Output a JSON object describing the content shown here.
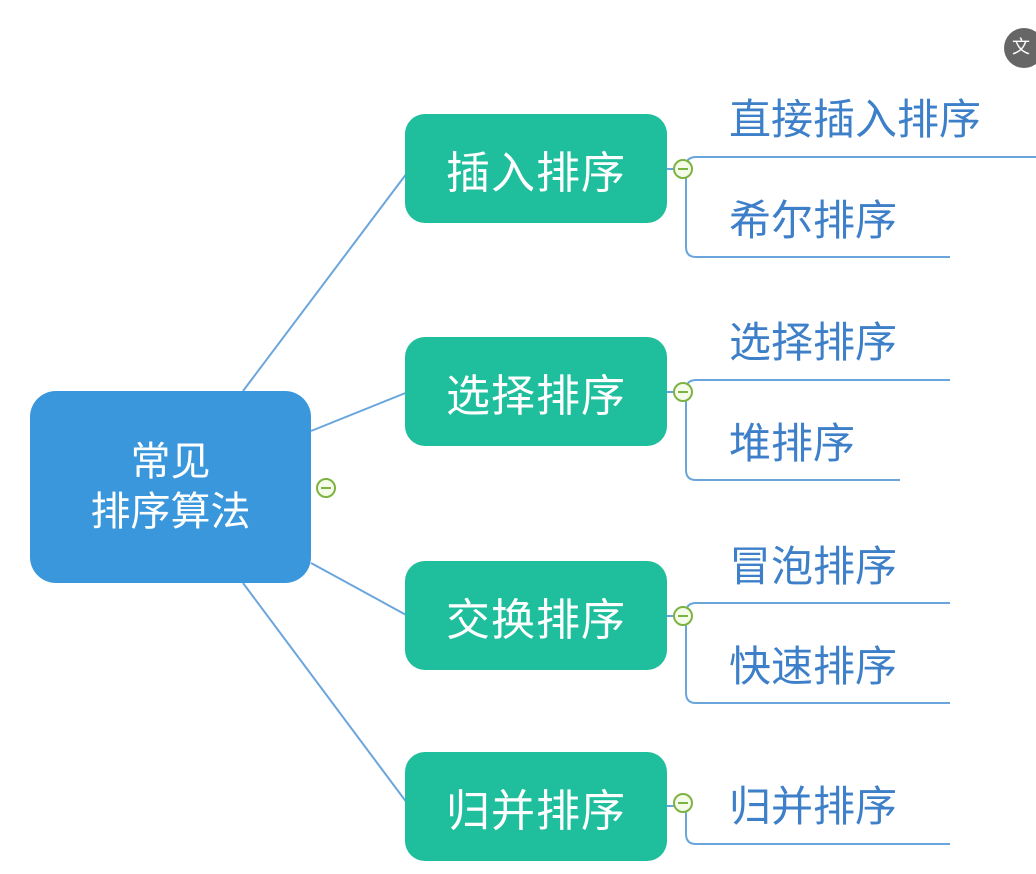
{
  "colors": {
    "root_fill": "#3a97db",
    "branch_fill": "#1fbe9c",
    "connector": "#6aa6dc",
    "leaf_text": "#3d7fc8",
    "toggle_green": "#7cb342"
  },
  "corner_icon": {
    "name": "translate-icon",
    "glyph": "文"
  },
  "root": {
    "line1": "常见",
    "line2": "排序算法"
  },
  "branches": [
    {
      "label": "插入排序",
      "leaves": [
        "直接插入排序",
        "希尔排序"
      ]
    },
    {
      "label": "选择排序",
      "leaves": [
        "选择排序",
        "堆排序"
      ]
    },
    {
      "label": "交换排序",
      "leaves": [
        "冒泡排序",
        "快速排序"
      ]
    },
    {
      "label": "归并排序",
      "leaves": [
        "归并排序"
      ]
    }
  ]
}
